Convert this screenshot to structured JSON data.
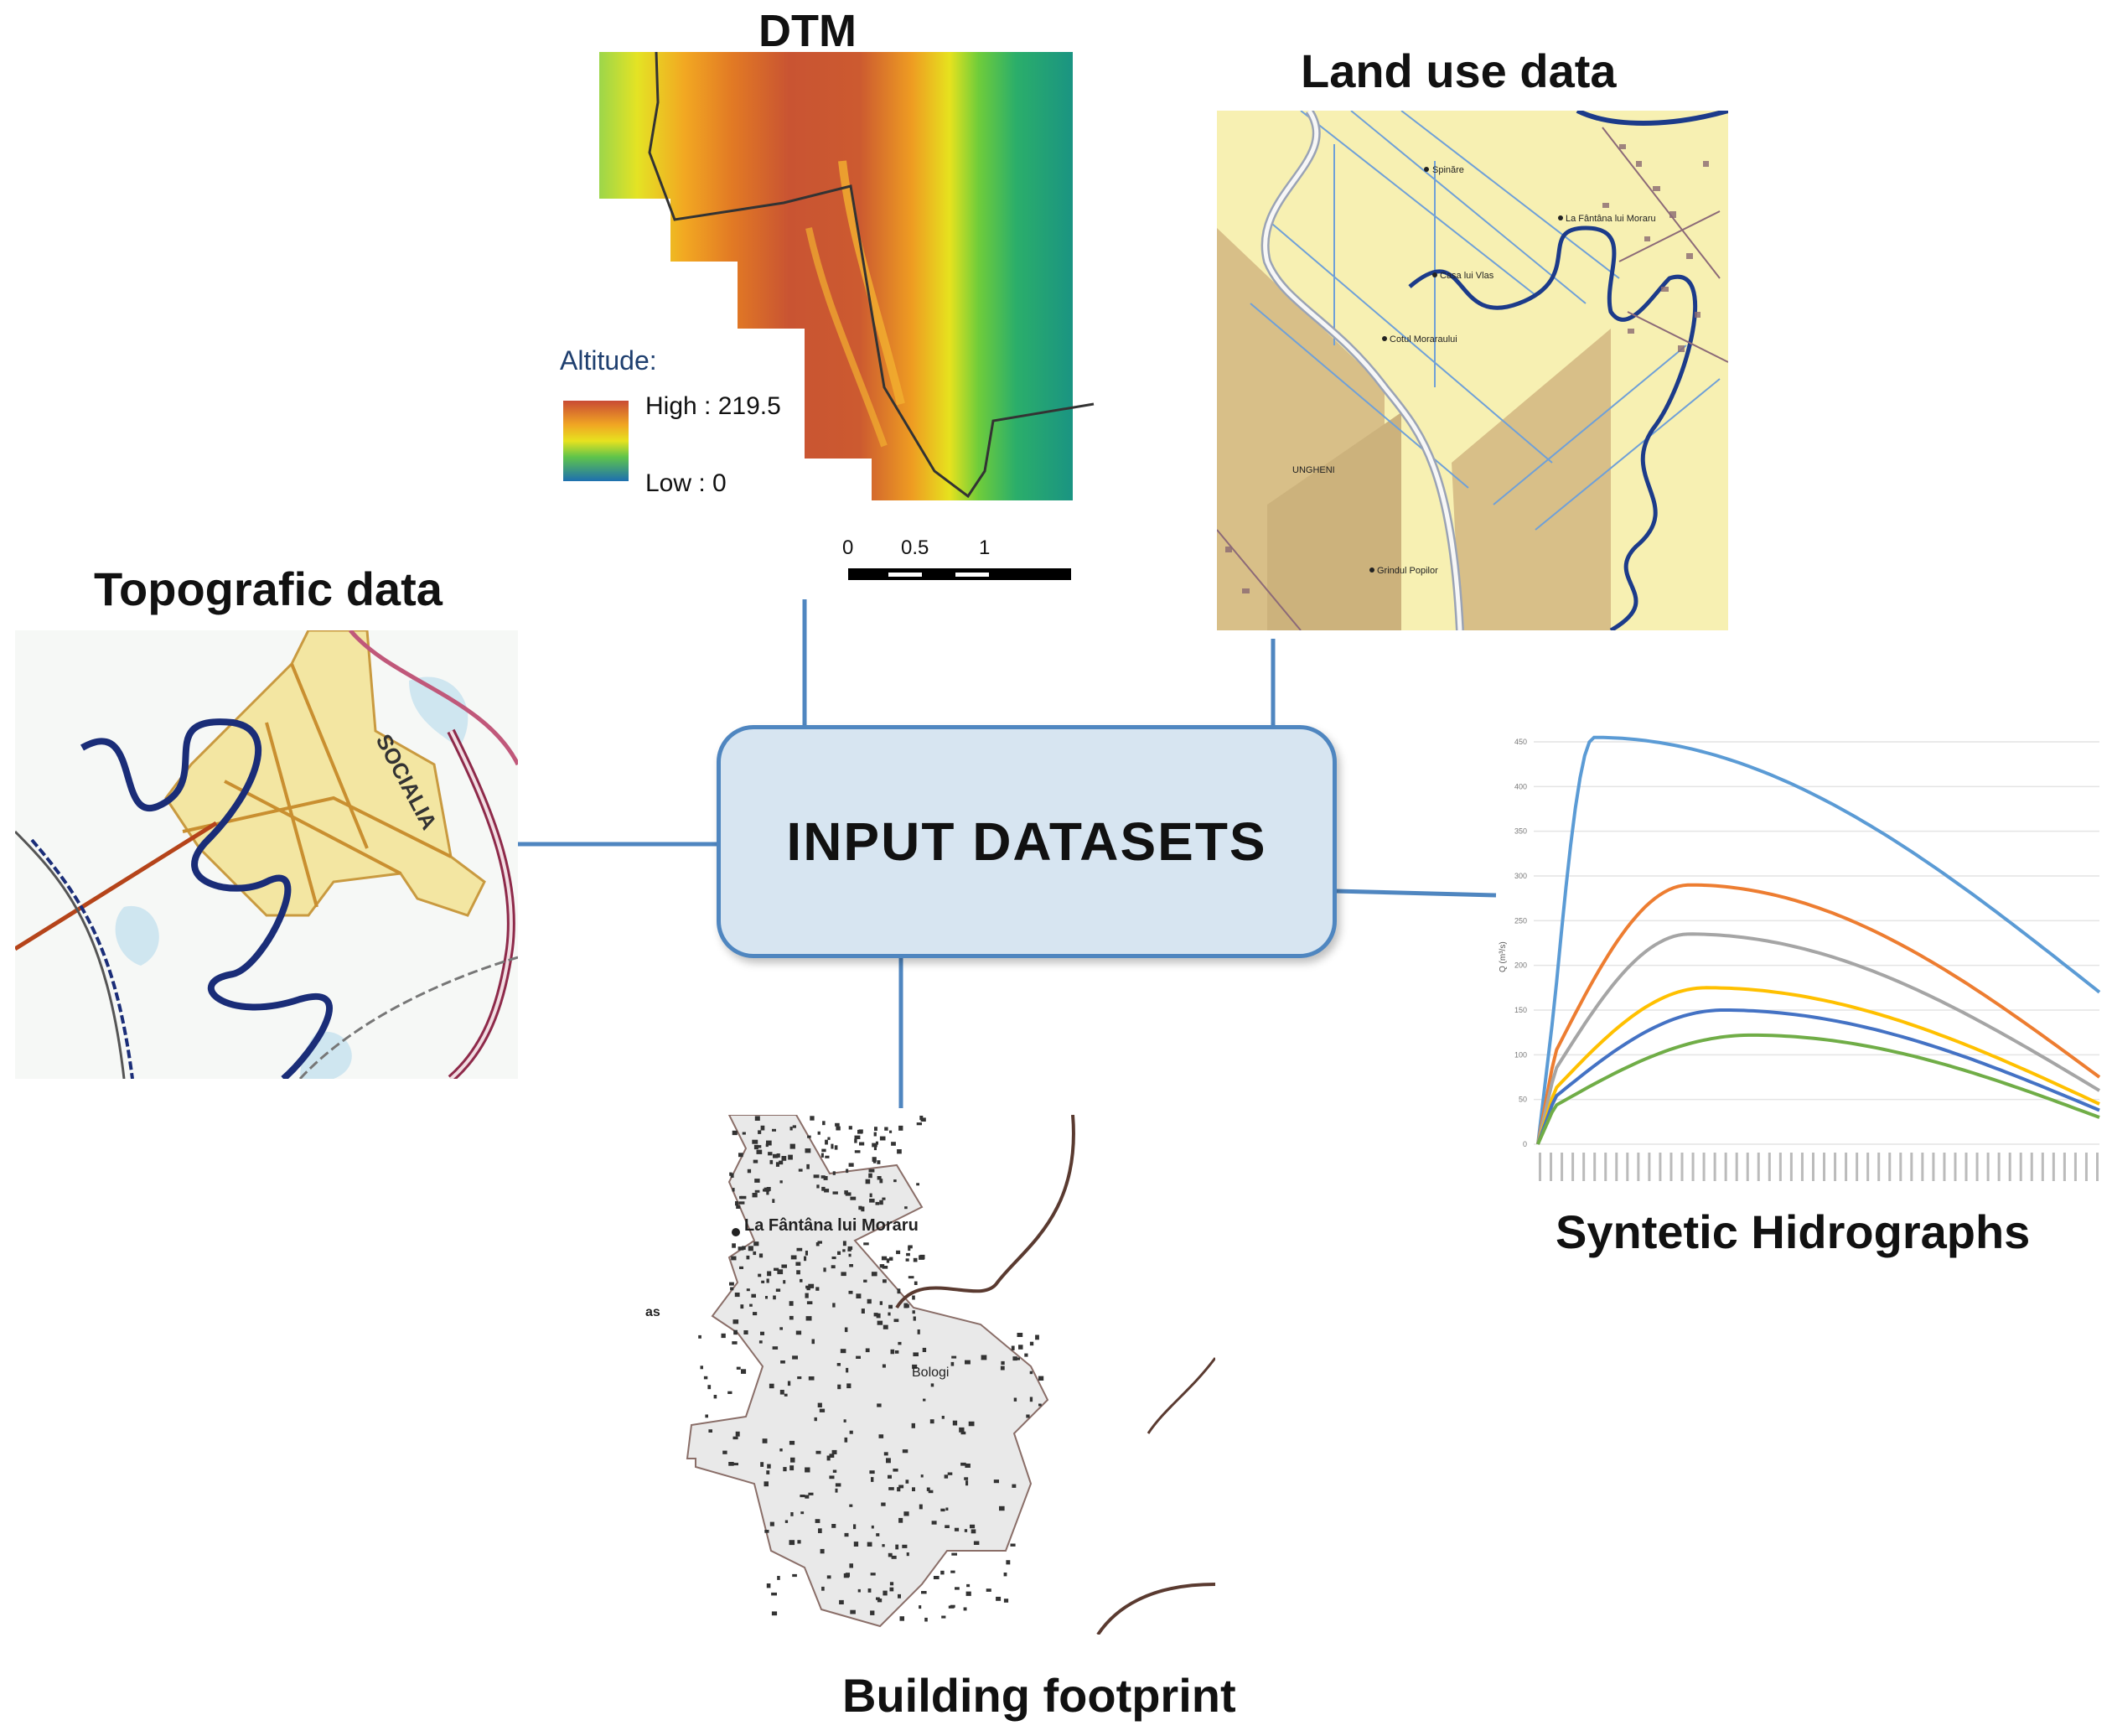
{
  "center": {
    "label": "INPUT DATASETS"
  },
  "panels": {
    "dtm": {
      "title": "DTM",
      "legend_title": "Altitude:",
      "legend_high": "High : 219.5",
      "legend_low": "Low : 0",
      "scale_labels": [
        "0",
        "0.5",
        "1"
      ]
    },
    "land_use": {
      "title": "Land use data",
      "place_labels": [
        "Spinăre",
        "La Fântâna lui Moraru",
        "Casa lui Vlas",
        "Cotul Moraraului",
        "UNGHENI",
        "Grindul Popilor"
      ]
    },
    "topographic": {
      "title": "Topografic data",
      "road_label": "SOCIALIA"
    },
    "building": {
      "title": "Building footprint",
      "place_labels": [
        "La Fântâna lui Moraru",
        "as",
        "Bologi"
      ]
    },
    "hydrographs": {
      "title": "Syntetic Hidrographs",
      "ylabel": "Q (m³/s)",
      "yticks": [
        "450",
        "400",
        "350",
        "300",
        "250",
        "200",
        "150",
        "100",
        "50",
        "0"
      ]
    }
  },
  "colors": {
    "connector": "#4f86c0",
    "box_fill": "#d7e5f1",
    "series": [
      "#5b9bd5",
      "#ed7d31",
      "#a5a5a5",
      "#ffc000",
      "#4472c4",
      "#70ad47"
    ]
  }
}
